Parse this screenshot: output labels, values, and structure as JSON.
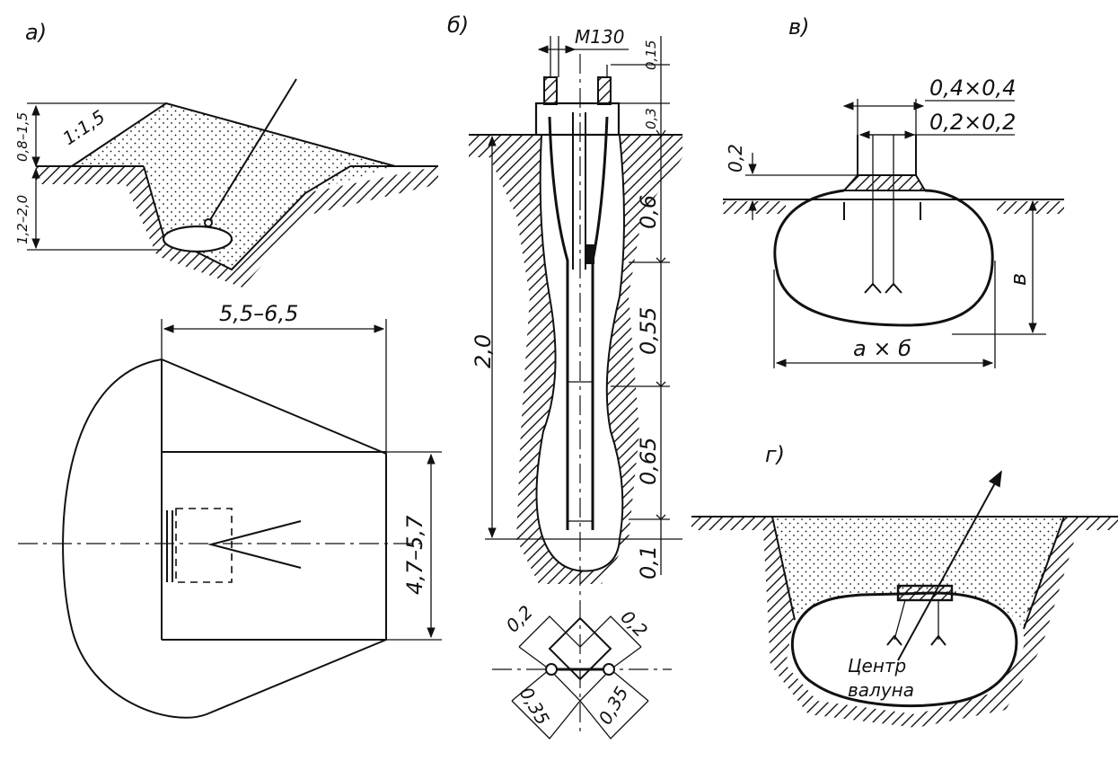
{
  "panels": {
    "a": {
      "label": "а)",
      "slope": "1:1,5",
      "depth_dim": "1,2–2,0",
      "height_dim": "0,8–1,5",
      "width_dim": "5,5–6,5",
      "side_dim": "4,7–5,7"
    },
    "b": {
      "label": "б)",
      "charge": "М130",
      "top_gap": "0,15",
      "cap_dim": "0,3",
      "total_depth": "2,0",
      "seg1": "0,6",
      "seg2": "0,55",
      "seg3": "0,65",
      "seg4": "0,1",
      "plan_a": "0,2",
      "plan_b": "0,2",
      "plan_c": "0,35",
      "plan_d": "0,35"
    },
    "v": {
      "label": "в)",
      "outer_sq": "0,4×0,4",
      "inner_sq": "0,2×0,2",
      "cap_h": "0,2",
      "depth_label": "в",
      "size_label": "а × б"
    },
    "g": {
      "label": "г)",
      "center_line1": "Центр",
      "center_line2": "валуна"
    }
  }
}
